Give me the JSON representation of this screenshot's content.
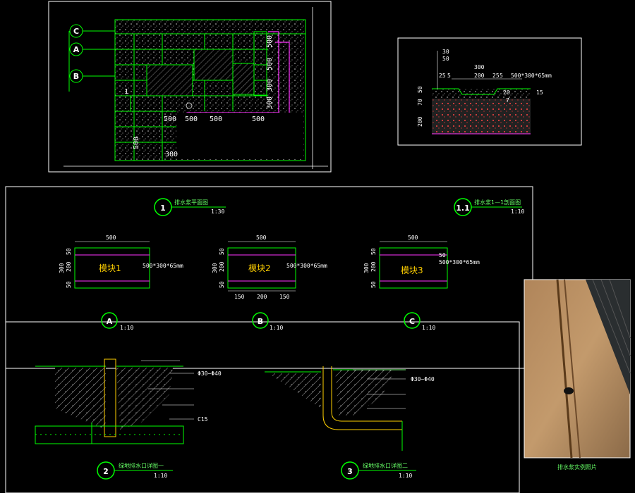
{
  "colors": {
    "background": "#000000",
    "frame": "#ffffff",
    "linework": "#00ff00",
    "brick": "#ff3333",
    "magenta": "#ff33ff",
    "module_text": "#ffd000"
  },
  "top_left_plan": {
    "markers": [
      "C",
      "A",
      "B"
    ],
    "dims": {
      "d500_a": "500",
      "d500_b": "500",
      "d500_c": "500",
      "d500_d": "500",
      "d500_e": "500",
      "d500_f": "500",
      "d500_g": "500",
      "d300_a": "300",
      "d300_b": "300",
      "d300_c": "300",
      "d1": "1"
    }
  },
  "top_right_section": {
    "dims": {
      "d30": "30",
      "d50": "50",
      "d300": "300",
      "d25a": "25",
      "d5a": "5",
      "d200": "200",
      "d25b": "25",
      "d5b": "5",
      "d20": "20",
      "d70": "70",
      "d50v": "50",
      "d200v": "200"
    },
    "labels": {
      "spec": "500*300*65mm",
      "d15": "15",
      "d7": "7"
    }
  },
  "title_1": {
    "num": "1",
    "name": "排水浆平面图",
    "scale": "1:30"
  },
  "title_11": {
    "num": "1.1",
    "name": "排水浆1—1剖面图",
    "scale": "1:10"
  },
  "modules": [
    {
      "label": "模块1",
      "w": "500",
      "h1": "50",
      "h2": "200",
      "h3": "50",
      "tot": "300",
      "spec": "500*300*65mm"
    },
    {
      "label": "模块2",
      "w": "500",
      "h1": "50",
      "h2": "200",
      "h3": "50",
      "tot": "300",
      "spec": "500*300*65mm",
      "b1": "150",
      "b2": "200",
      "b3": "150"
    },
    {
      "label": "模块3",
      "w": "500",
      "h1": "50",
      "h2": "200",
      "h3": "50",
      "tot": "300",
      "spec": "500*300*65mm",
      "r50": "50"
    }
  ],
  "markers": [
    {
      "letter": "A",
      "scale": "1:10"
    },
    {
      "letter": "B",
      "scale": "1:10"
    },
    {
      "letter": "C",
      "scale": "1:10"
    }
  ],
  "detail_2": {
    "num": "2",
    "name": "绿地排水口详图一",
    "scale": "1:10",
    "l1": "Φ30~Φ40",
    "l2": "C15"
  },
  "detail_3": {
    "num": "3",
    "name": "绿地排水口详图二",
    "scale": "1:10",
    "l1": "Φ30~Φ40"
  },
  "photo": {
    "caption": "排水浆实例照片"
  }
}
